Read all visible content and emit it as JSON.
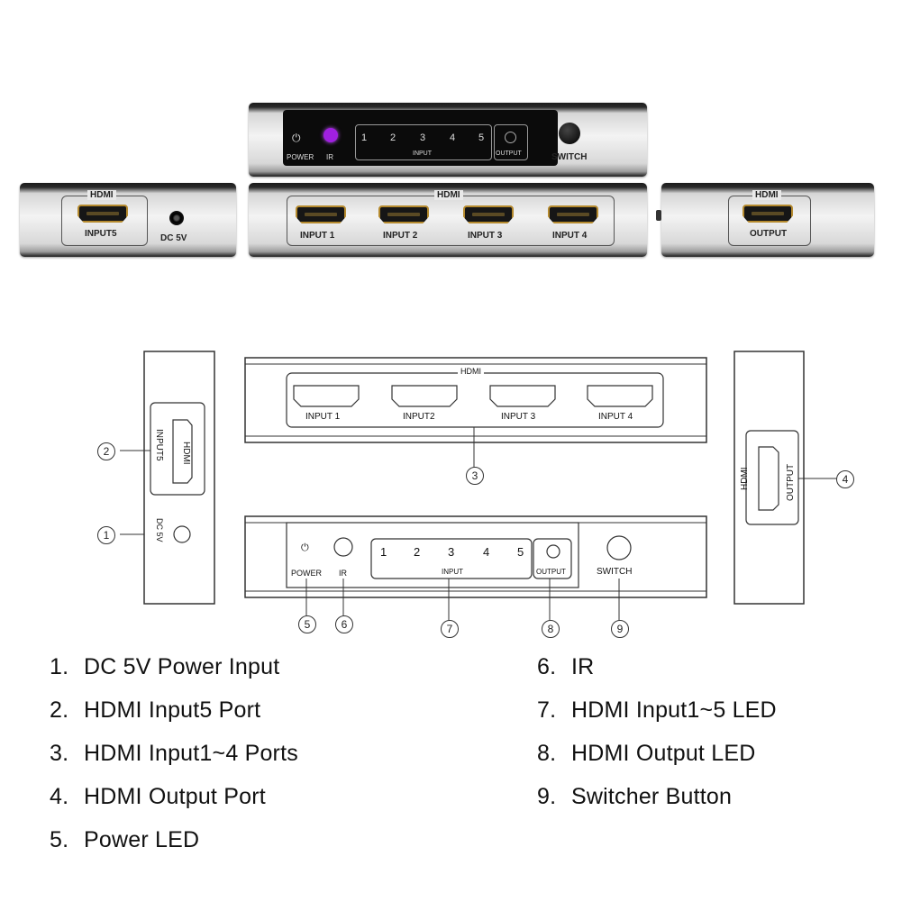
{
  "photo": {
    "front": {
      "power_label": "POWER",
      "ir_label": "IR",
      "input_numbers": [
        "1",
        "2",
        "3",
        "4",
        "5"
      ],
      "input_label": "INPUT",
      "output_label": "OUTPUT",
      "switch_label": "SWITCH"
    },
    "left_side": {
      "hdmi_label": "HDMI",
      "port_label": "INPUT5",
      "dc_label": "DC 5V"
    },
    "back": {
      "hdmi_label": "HDMI",
      "ports": [
        "INPUT 1",
        "INPUT 2",
        "INPUT 3",
        "INPUT 4"
      ]
    },
    "right_side": {
      "hdmi_label": "HDMI",
      "port_label": "OUTPUT"
    },
    "colors": {
      "ir_led": "#a020e0",
      "port_gold": "#b58a2e"
    }
  },
  "drawing": {
    "left_side": {
      "hdmi_label": "HDMI",
      "port_label": "INPUT5",
      "dc_label": "DC 5V"
    },
    "back": {
      "hdmi_label": "HDMI",
      "ports": [
        "INPUT 1",
        "INPUT2",
        "INPUT 3",
        "INPUT 4"
      ]
    },
    "right_side": {
      "hdmi_label": "HDMI",
      "port_label": "OUTPUT"
    },
    "front": {
      "power_label": "POWER",
      "ir_label": "IR",
      "input_numbers": [
        "1",
        "2",
        "3",
        "4",
        "5"
      ],
      "input_label": "INPUT",
      "output_label": "OUTPUT",
      "switch_label": "SWITCH"
    },
    "callouts": [
      "1",
      "2",
      "3",
      "4",
      "5",
      "6",
      "7",
      "8",
      "9"
    ]
  },
  "legend": {
    "left": [
      {
        "num": "1.",
        "text": "DC 5V Power Input"
      },
      {
        "num": "2.",
        "text": "HDMI Input5 Port"
      },
      {
        "num": "3.",
        "text": "HDMI Input1~4 Ports"
      },
      {
        "num": "4.",
        "text": "HDMI Output Port"
      },
      {
        "num": "5.",
        "text": "Power LED"
      }
    ],
    "right": [
      {
        "num": "6.",
        "text": "IR"
      },
      {
        "num": "7.",
        "text": "HDMI Input1~5 LED"
      },
      {
        "num": "8.",
        "text": "HDMI Output LED"
      },
      {
        "num": "9.",
        "text": "Switcher Button"
      }
    ]
  }
}
